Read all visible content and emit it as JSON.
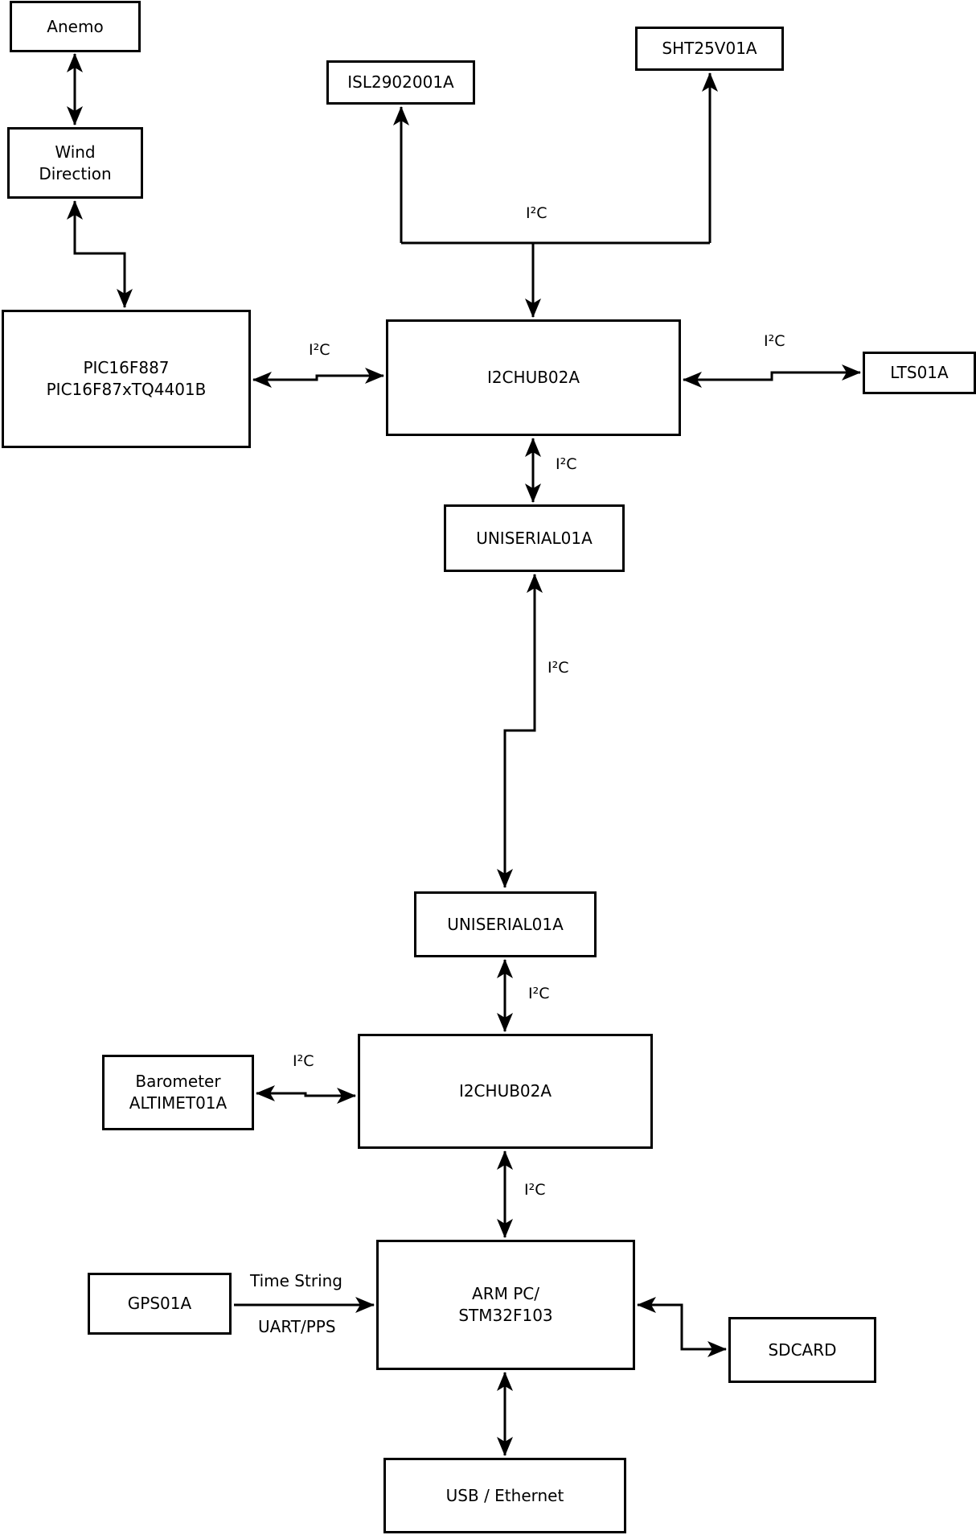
{
  "diagram": {
    "background": "#ffffff",
    "stroke_color": "#000000",
    "boxes": {
      "anemo": {
        "label": "Anemo"
      },
      "wind_direction": {
        "line1": "Wind",
        "line2": "Direction"
      },
      "pic": {
        "line1": "PIC16F887",
        "line2": "PIC16F87xTQ4401B"
      },
      "isl": {
        "label": "ISL2902001A"
      },
      "sht": {
        "label": "SHT25V01A"
      },
      "i2chub_top": {
        "label": "I2CHUB02A"
      },
      "lts": {
        "label": "LTS01A"
      },
      "uniserial_top": {
        "label": "UNISERIAL01A"
      },
      "uniserial_bottom": {
        "label": "UNISERIAL01A"
      },
      "i2chub_bottom": {
        "label": "I2CHUB02A"
      },
      "barometer": {
        "line1": "Barometer",
        "line2": "ALTIMET01A"
      },
      "gps": {
        "label": "GPS01A"
      },
      "arm": {
        "line1": "ARM PC/",
        "line2": "STM32F103"
      },
      "sdcard": {
        "label": "SDCARD"
      },
      "usb_ethernet": {
        "label": "USB / Ethernet"
      }
    },
    "edge_labels": {
      "i2c_sensors_junction": "I²C",
      "i2c_pic_hub": "I²C",
      "i2c_hub_lts": "I²C",
      "i2c_hub_uniserial": "I²C",
      "i2c_uniserial_link": "I²C",
      "i2c_uniserial_hub2": "I²C",
      "i2c_barometer_hub2": "I²C",
      "i2c_hub2_arm": "I²C",
      "gps_time_string": "Time String",
      "gps_uart_pps": "UART/PPS"
    }
  }
}
